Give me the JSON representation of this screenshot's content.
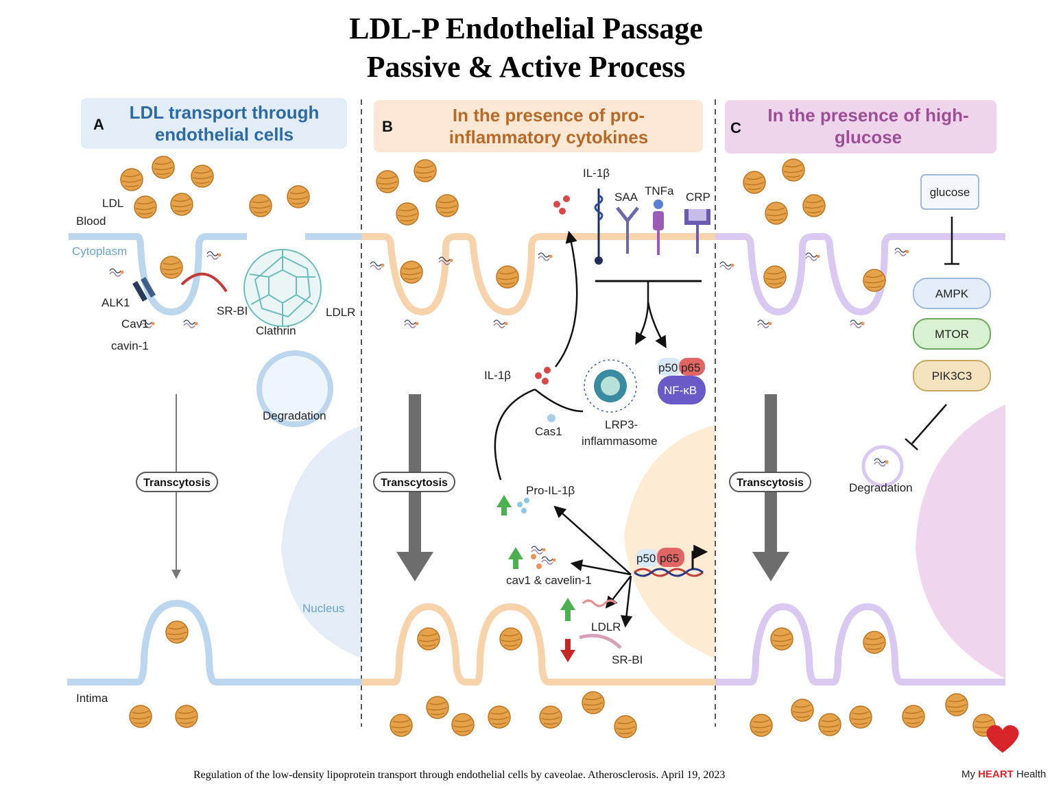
{
  "title_line1": "LDL-P Endothelial Passage",
  "title_line2": "Passive & Active Process",
  "panels": {
    "a": {
      "letter": "A",
      "heading": "LDL transport through endothelial cells",
      "color": "#2d6aa3"
    },
    "b": {
      "letter": "B",
      "heading": "In the presence of pro-inflammatory cytokines",
      "color": "#b56a2a"
    },
    "c": {
      "letter": "C",
      "heading": "In the presence of high-glucose",
      "color": "#9b4d95"
    }
  },
  "labels": {
    "ldl": "LDL",
    "blood": "Blood",
    "cytoplasm": "Cytoplasm",
    "alk1": "ALK1",
    "sr_bi": "SR-BI",
    "clathrin": "Clathrin",
    "ldlr": "LDLR",
    "cav1": "Cav1",
    "cavin1": "cavin-1",
    "degradation": "Degradation",
    "nucleus": "Nucleus",
    "intima": "Intima",
    "transcytosis": "Transcytosis",
    "il1b": "IL-1β",
    "saa": "SAA",
    "tnfa": "TNFa",
    "crp": "CRP",
    "p50": "p50",
    "p65": "p65",
    "nfkb": "NF-κB",
    "cas1": "Cas1",
    "nlrp3_line1": "LRP3-",
    "nlrp3_line2": "inflammasome",
    "pro_il1b": "Pro-IL-1β",
    "cav1_cavelin": "cav1 & cavelin-1",
    "b_ldlr": "LDLR",
    "b_srbi": "SR-BI",
    "glucose": "glucose",
    "ampk": "AMPK",
    "mtor": "MTOR",
    "pik3c3": "PIK3C3",
    "c_degradation": "Degradation"
  },
  "colors": {
    "panel_a_membrane": "#bcd6ee",
    "panel_b_membrane": "#f7d3ac",
    "panel_c_membrane": "#d9c8f0",
    "ldl_particle": "#e5a24a",
    "up_arrow": "#4caf50",
    "down_arrow": "#c62828",
    "mtor_fill": "#d9f0d3",
    "pik3c3_fill": "#f5e3c0",
    "ampk_fill": "#e3eefa"
  },
  "citation": "Regulation of the low-density lipoprotein transport through endothelial cells by caveolae. Atherosclerosis. April 19, 2023",
  "brand": {
    "prefix": "My ",
    "bold": "HEART",
    "suffix": " Health"
  }
}
